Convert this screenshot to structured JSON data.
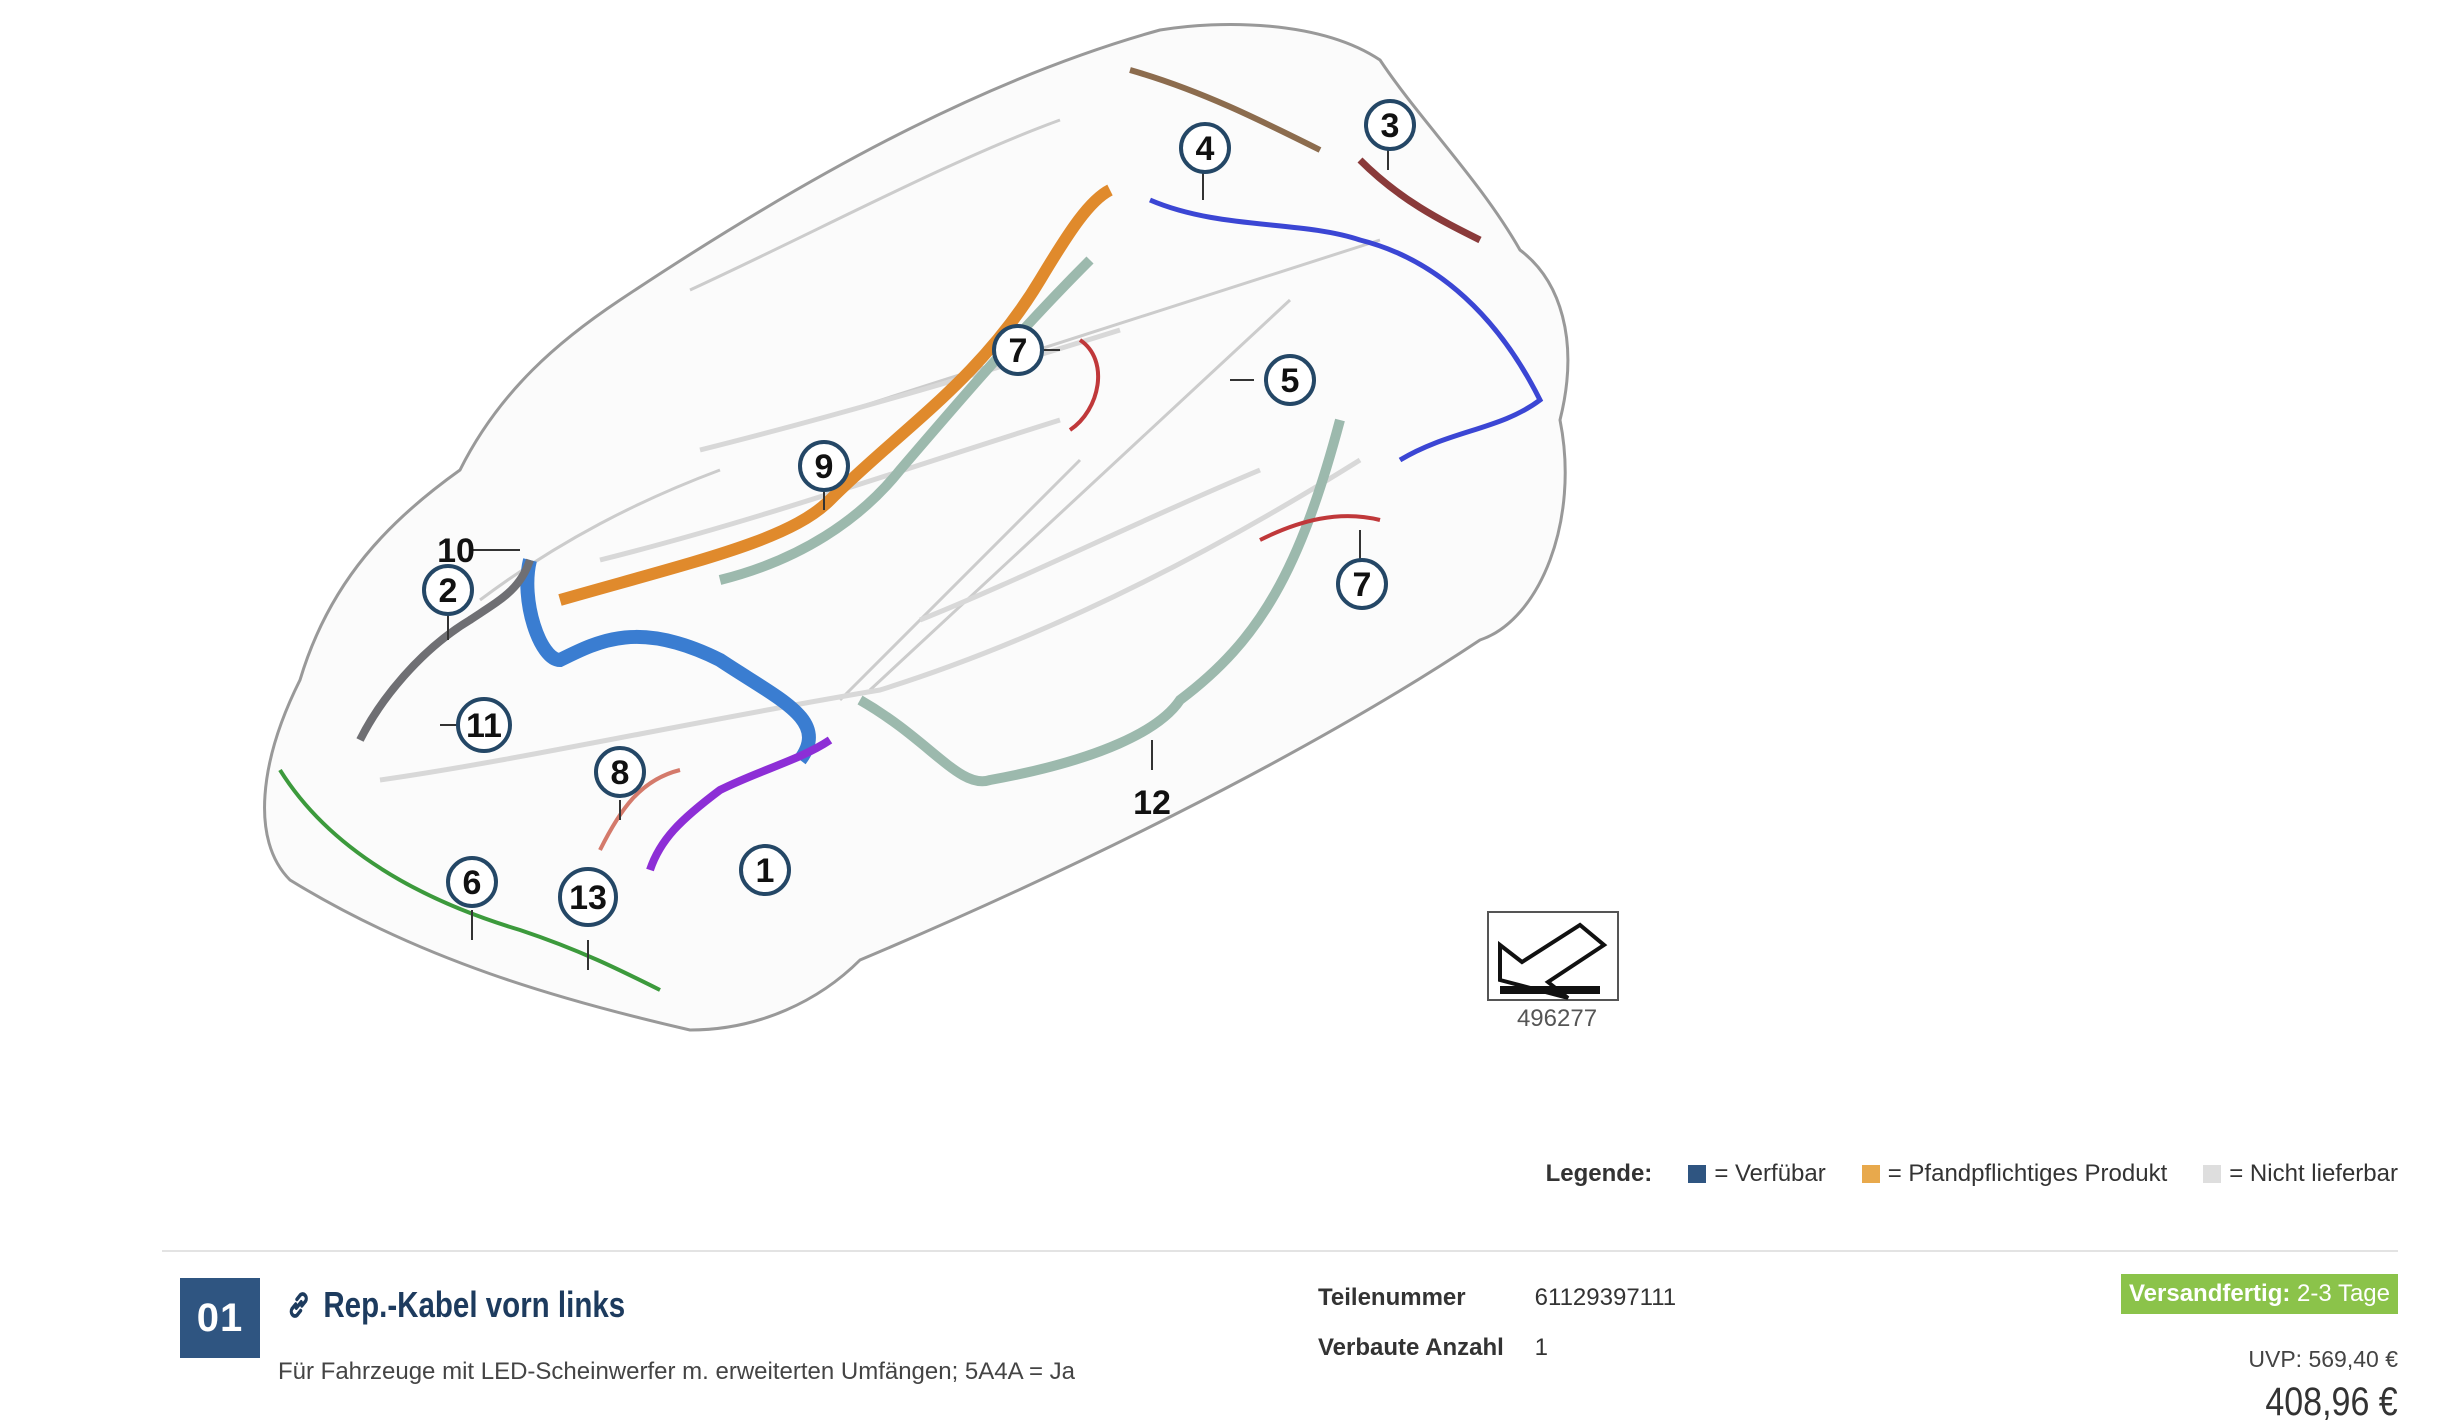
{
  "diagram": {
    "callouts": [
      "1",
      "2",
      "3",
      "4",
      "5",
      "6",
      "7",
      "7",
      "8",
      "9",
      "10",
      "11",
      "12",
      "13"
    ],
    "diagram_number": "496277"
  },
  "legend": {
    "title": "Legende:",
    "items": [
      {
        "label": "= Verfübar",
        "color": "#2f5581"
      },
      {
        "label": "= Pfandpflichtiges Produkt",
        "color": "#e8a94c"
      },
      {
        "label": "= Nicht lieferbar",
        "color": "#dedede"
      }
    ]
  },
  "part": {
    "position": "01",
    "title": "Rep.-Kabel vorn links",
    "description": "Für Fahrzeuge mit LED-Scheinwerfer m. erweiterten Umfängen; 5A4A = Ja",
    "part_number_label": "Teilenummer",
    "part_number": "61129397111",
    "quantity_label": "Verbaute Anzahl",
    "quantity": "1",
    "shipping_label": "Versandfertig:",
    "shipping_value": "2-3 Tage",
    "uvp": "UVP: 569,40 €",
    "price": "408,96 €"
  },
  "colors": {
    "accent": "#2f5581",
    "shipping": "#8bc34a",
    "title": "#1d3b5e"
  }
}
